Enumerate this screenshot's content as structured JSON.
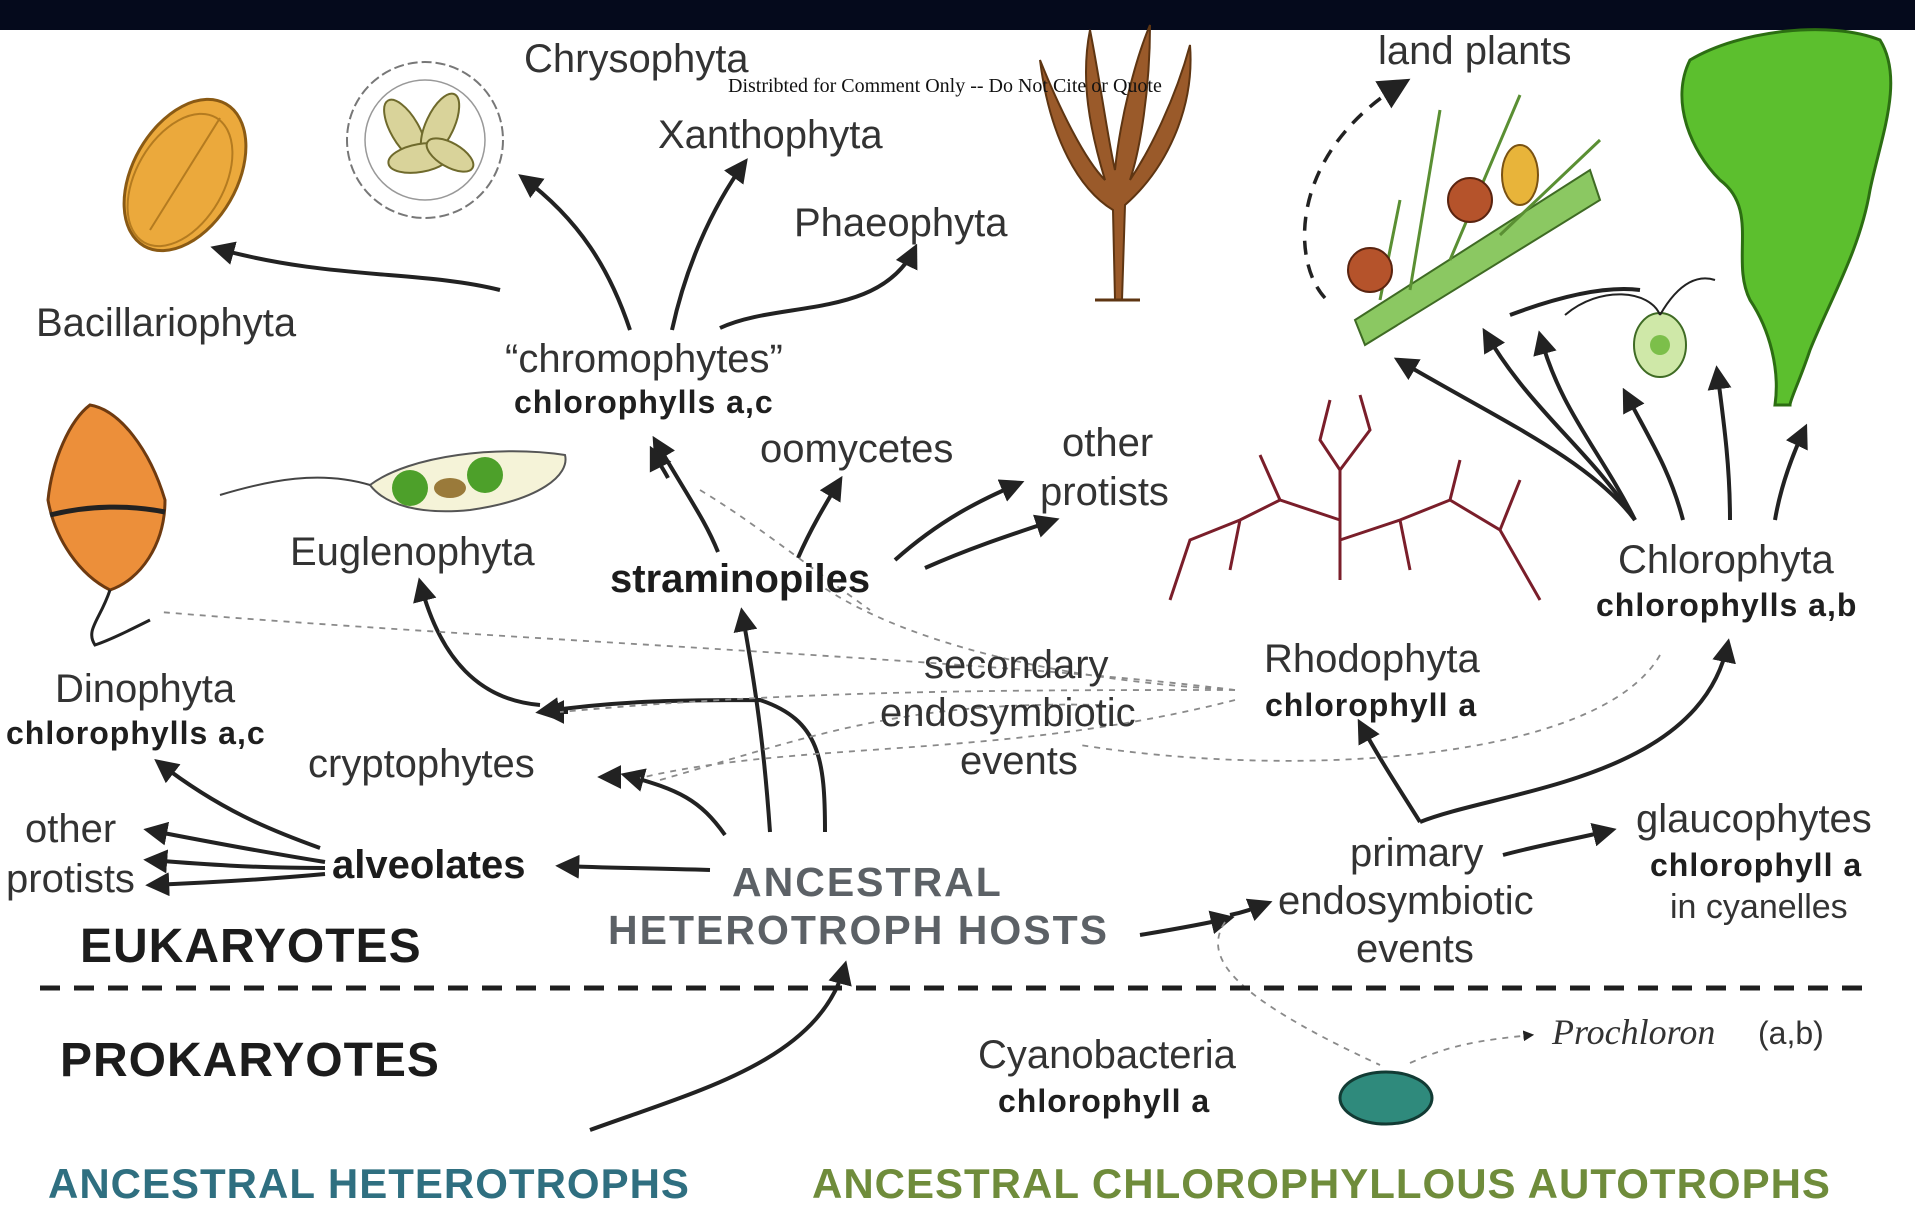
{
  "header": {
    "note": "Distribted for Comment Only -- Do Not Cite or Quote"
  },
  "taxa": {
    "chrysophyta": "Chrysophyta",
    "xanthophyta": "Xanthophyta",
    "phaeophyta": "Phaeophyta",
    "bacillariophyta": "Bacillariophyta",
    "land_plants": "land plants",
    "chromophytes": "“chromophytes”",
    "chromophytes_pigment": "chlorophylls a,c",
    "oomycetes": "oomycetes",
    "other_protists_1": "other",
    "other_protists_2": "protists",
    "euglenophyta": "Euglenophyta",
    "straminopiles": "straminopiles",
    "chlorophyta": "Chlorophyta",
    "chlorophyta_pigment": "chlorophylls a,b",
    "secondary_1": "secondary",
    "secondary_2": "endosymbiotic",
    "secondary_3": "events",
    "rhodophyta": "Rhodophyta",
    "rhodophyta_pigment": "chlorophyll a",
    "dinophyta": "Dinophyta",
    "dinophyta_pigment": "chlorophylls  a,c",
    "cryptophytes": "cryptophytes",
    "other_protists_left_1": "other",
    "other_protists_left_2": "protists",
    "alveolates": "alveolates",
    "hosts_1": "ANCESTRAL",
    "hosts_2": "HETEROTROPH  HOSTS",
    "primary_1": "primary",
    "primary_2": "endosymbiotic",
    "primary_3": "events",
    "glaucophytes": "glaucophytes",
    "glaucophytes_pigment": "chlorophyll a",
    "glaucophytes_note": "in cyanelles",
    "eukaryotes": "EUKARYOTES",
    "prokaryotes": "PROKARYOTES",
    "cyanobacteria": "Cyanobacteria",
    "cyanobacteria_pigment": "chlorophyll  a",
    "prochloron": "Prochloron",
    "prochloron_pigment": "(a,b)"
  },
  "footer": {
    "heterotrophs": "ANCESTRAL  HETEROTROPHS",
    "autotrophs": "ANCESTRAL  CHLOROPHYLLOUS  AUTOTROPHS"
  },
  "colors": {
    "topbar": "#050a1c",
    "heterotrophs_label": "#2f6f80",
    "autotrophs_label": "#6f8c3b",
    "diatom": "#eba93c",
    "kelp": "#9a5a2a",
    "red_alga": "#7a1e2a",
    "green_alga": "#5cbf2e",
    "cyanobacterium": "#2f8a7c"
  }
}
